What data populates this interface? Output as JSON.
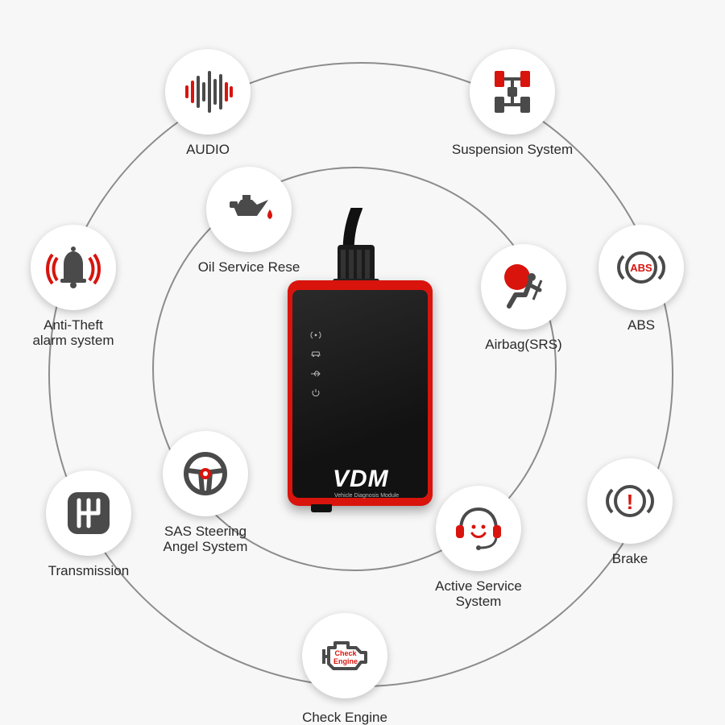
{
  "device": {
    "brand": "VDM",
    "tagline": "Vehicle Diagnosis Module",
    "led_icons": [
      "signal-icon",
      "car-icon",
      "usb-icon",
      "power-icon"
    ]
  },
  "features": [
    {
      "id": "audio",
      "label": "AUDIO",
      "icon": "audio-waveform-icon"
    },
    {
      "id": "suspension",
      "label": "Suspension System",
      "icon": "suspension-icon"
    },
    {
      "id": "oil",
      "label": "Oil Service Rese",
      "icon": "oil-can-icon"
    },
    {
      "id": "antitheft",
      "label": "Anti-Theft\nalarm system",
      "icon": "alarm-bell-icon"
    },
    {
      "id": "airbag",
      "label": "Airbag(SRS)",
      "icon": "airbag-icon"
    },
    {
      "id": "abs",
      "label": "ABS",
      "icon": "abs-icon",
      "icon_text": "ABS"
    },
    {
      "id": "sas",
      "label": "SAS Steering\nAngel System",
      "icon": "steering-wheel-icon"
    },
    {
      "id": "brake",
      "label": "Brake",
      "icon": "brake-warning-icon",
      "icon_text": "!"
    },
    {
      "id": "transmission",
      "label": "Transmission",
      "icon": "gear-shift-icon"
    },
    {
      "id": "activeservice",
      "label": "Active Service\nSystem",
      "icon": "service-headset-icon"
    },
    {
      "id": "checkengine",
      "label": "Check Engine",
      "icon": "check-engine-icon",
      "icon_text": [
        "Check",
        "Engine"
      ]
    }
  ],
  "colors": {
    "accent": "#d8140d",
    "icon_gray": "#4a4a4a",
    "ring": "#8c8c8c"
  }
}
